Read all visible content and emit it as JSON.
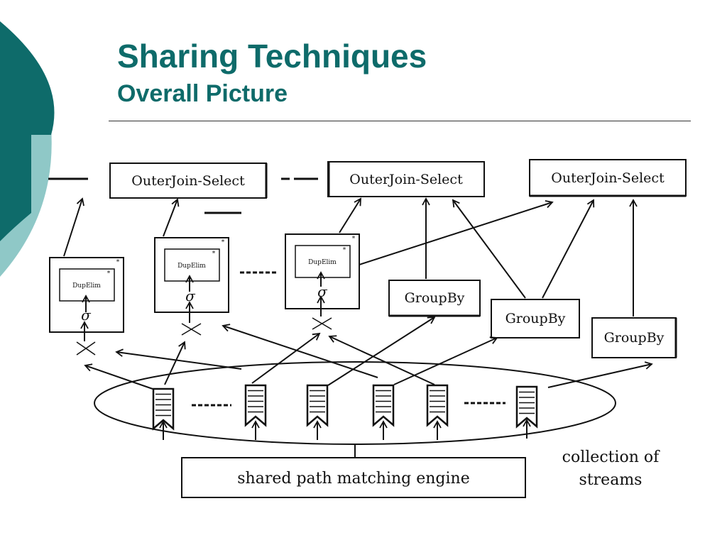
{
  "slide": {
    "title": "Sharing Techniques",
    "subtitle": "Overall Picture"
  },
  "colors": {
    "title": "#0e6b6a",
    "decor_dark": "#0e6b6a",
    "decor_light": "#8fc8c7",
    "ink": "#111111"
  },
  "diagram": {
    "outerjoin_boxes": [
      "OuterJoin-Select",
      "OuterJoin-Select",
      "OuterJoin-Select"
    ],
    "dupelim_boxes": [
      "DupElim",
      "DupElim",
      "DupElim"
    ],
    "select_symbol": "σ",
    "join_symbol": "×",
    "groupby_boxes": [
      "GroupBy",
      "GroupBy",
      "GroupBy"
    ],
    "engine_label": "shared path matching engine",
    "streams_label_line1": "collection of",
    "streams_label_line2": "streams",
    "stream_count": 6
  }
}
